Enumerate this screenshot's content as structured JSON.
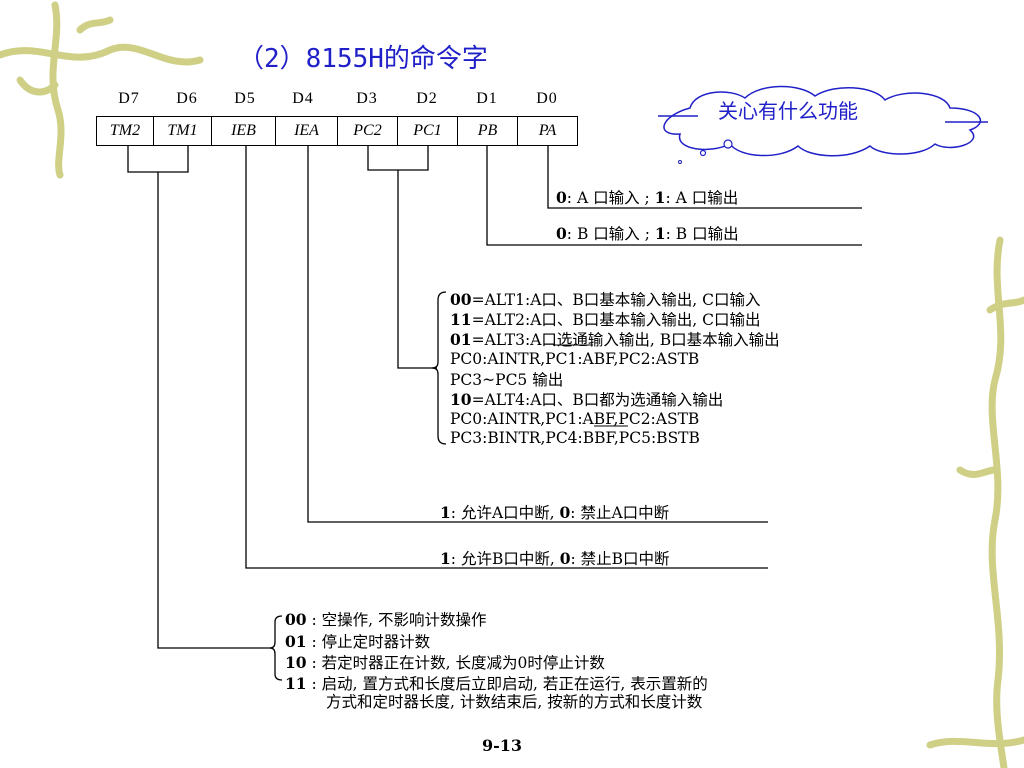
{
  "title": "（2）8155H的命令字",
  "callout": "关心有什么功能",
  "bits": {
    "labels": [
      "D7",
      "D6",
      "D5",
      "D4",
      "D3",
      "D2",
      "D1",
      "D0"
    ],
    "fields": [
      "TM2",
      "TM1",
      "IEB",
      "IEA",
      "PC2",
      "PC1",
      "PB",
      "PA"
    ]
  },
  "desc": {
    "pa_b1": "0",
    "pa_t1": ":  A 口输入 ; ",
    "pa_b2": "1",
    "pa_t2": ":  A 口输出",
    "pb_b1": "0",
    "pb_t1": ":  B 口输入 ; ",
    "pb_b2": "1",
    "pb_t2": ":  B 口输出",
    "pc": {
      "l1_b": "00",
      "l1_t": "=ALT1:A口、B口基本输入输出, C口输入",
      "l2_b": "11",
      "l2_t": "=ALT2:A口、B口基本输入输出, C口输出",
      "l3_b": "01",
      "l3_t": "=ALT3:A口选通输入输出, B口基本输入输出",
      "l4": "PC0:AINTR,PC1:ABF,PC2:ASTB",
      "l5": "PC3~PC5 输出",
      "l6_b": "10",
      "l6_t": "=ALT4:A口、B口都为选通输入输出",
      "l7": "PC0:AINTR,PC1:ABF,PC2:ASTB",
      "l8": "PC3:BINTR,PC4:BBF,PC5:BSTB"
    },
    "iea_b1": "1",
    "iea_t1": ": 允许A口中断, ",
    "iea_b2": "0",
    "iea_t2": ": 禁止A口中断",
    "ieb_b1": "1",
    "ieb_t1": ": 允许B口中断, ",
    "ieb_b2": "0",
    "ieb_t2": ": 禁止B口中断",
    "tm": {
      "l1_b": "00",
      "l1_t": " : 空操作, 不影响计数操作",
      "l2_b": "01",
      "l2_t": " : 停止定时器计数",
      "l3_b": "10",
      "l3_t": " : 若定时器正在计数, 长度减为0时停止计数",
      "l4_b": "11",
      "l4_t": " : 启动, 置方式和长度后立即启动, 若正在运行, 表示置新的",
      "l5": "方式和定时器长度, 计数结束后, 按新的方式和长度计数"
    }
  },
  "page_number": "9-13",
  "colors": {
    "title": "#2020c8",
    "vine": "#c9c97a",
    "cloud_stroke": "#2020c8"
  }
}
